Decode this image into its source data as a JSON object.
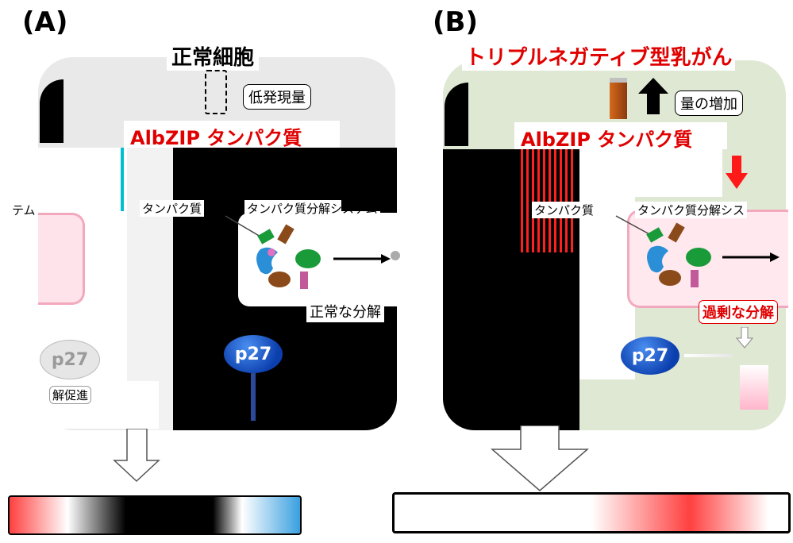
{
  "panel_a": {
    "label": "(A)",
    "title": "正常細胞",
    "expression_label": "低発現量",
    "protein_label": "AlbZIP タンパク質",
    "partial_left_label": "テム",
    "protein_small_label": "タンパク質",
    "degradation_system_label": "タンパク質分解システム",
    "normal_degradation_label": "正常な分解",
    "p27_faded_label": "p27",
    "p27_label": "p27",
    "promotion_label": "解促進"
  },
  "panel_b": {
    "label": "(B)",
    "title": "トリプルネガティブ型乳がん",
    "expression_label": "量の増加",
    "protein_label": "AlbZIP タンパク質",
    "protein_small_label": "タンパク質",
    "degradation_system_label": "タンパク質分解シス",
    "excess_degradation_label": "過剰な分解",
    "p27_label": "p27"
  },
  "colors": {
    "normal_cell_bg": "#e9e9e9",
    "tnbc_cell_bg": "#dfe8d3",
    "protein_red": "#e00000",
    "p27_blue": "#0b3fae",
    "bar_red": "#e02020",
    "bar_blue": "#3aa0e0"
  }
}
